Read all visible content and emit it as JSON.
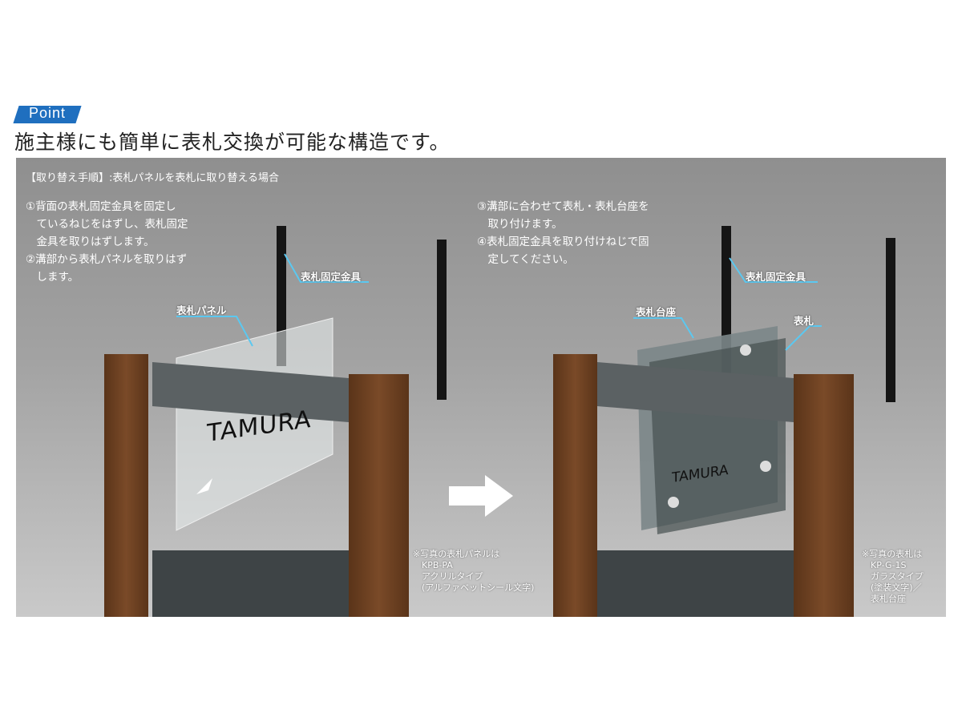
{
  "header": {
    "badge": "Point",
    "headline": "施主様にも簡単に表札交換が可能な構造です。"
  },
  "panel": {
    "caption": "【取り替え手順】:表札パネルを表札に取り替える場合",
    "steps_left": [
      "①背面の表札固定金具を固定し\n　ているねじをはずし、表札固定\n　金具を取りはずします。",
      "②溝部から表札パネルを取りはず\n　します。"
    ],
    "steps_right": [
      "③溝部に合わせて表札・表札台座を\n　取り付けます。",
      "④表札固定金具を取り付けねじで固\n　定してください。"
    ],
    "labels_left": {
      "bracket": "表札固定金具",
      "panel": "表札パネル"
    },
    "labels_right": {
      "bracket": "表札固定金具",
      "base": "表札台座",
      "plate": "表札"
    },
    "plate_text_left": "TAMURA",
    "plate_text_right": "TAMURA",
    "note_left": "※写真の表札パネルは\n　KPB-PA\n　アクリルタイプ\n　(アルファベットシール文字)",
    "note_right": "※写真の表札は\n　KP-G-1S\n　ガラスタイプ\n　(塗装文字)／\n　表札台座"
  },
  "colors": {
    "accent": "#1f6fbf",
    "leader": "#5bc8f0",
    "wood": "#6e4224",
    "steel": "#4b5052"
  }
}
